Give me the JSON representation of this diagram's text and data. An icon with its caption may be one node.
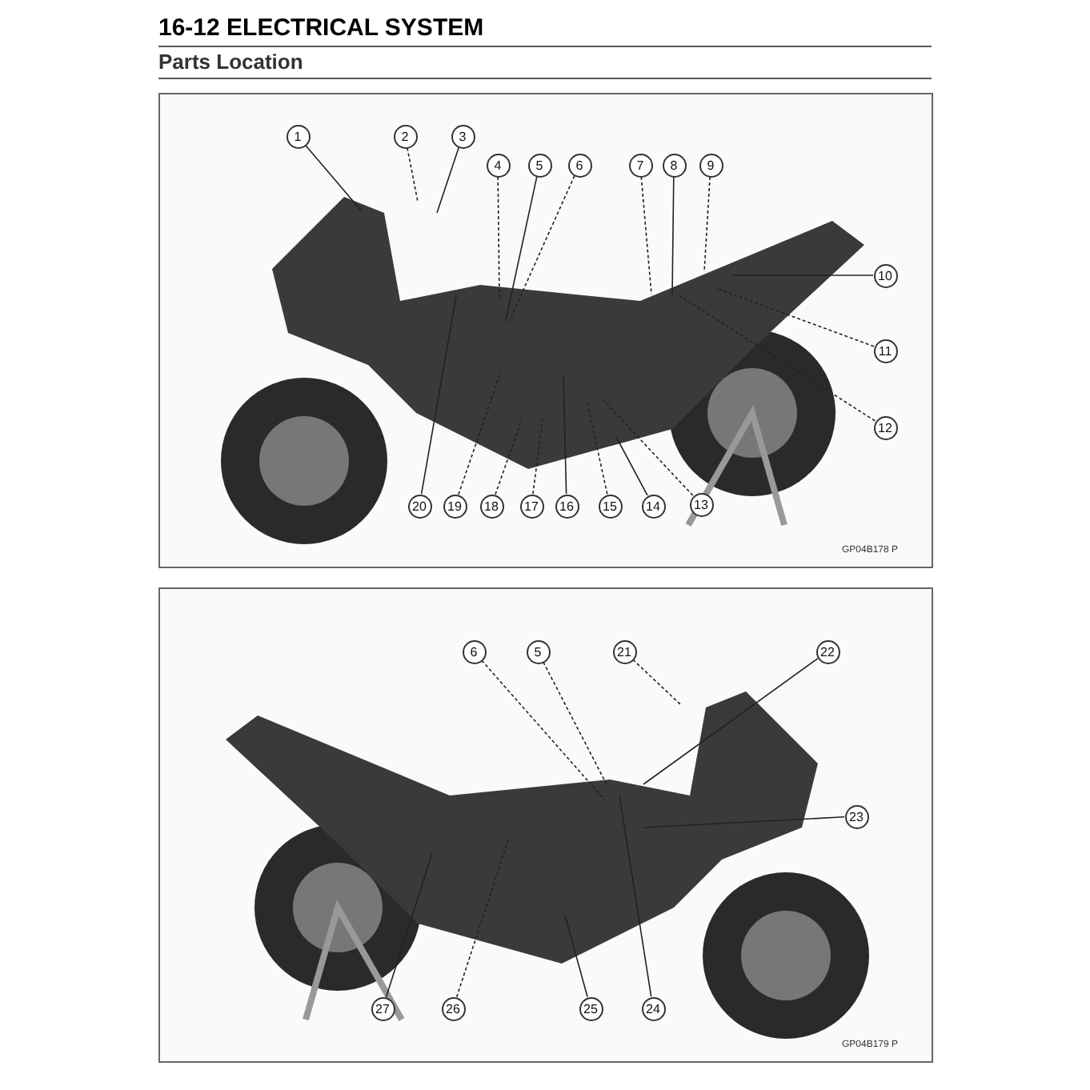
{
  "diagram": {
    "title": "16-12 ELECTRICAL SYSTEM",
    "nodes": [
      {
        "text": [
          "1"
        ]
      },
      {
        "text": [
          "2"
        ]
      },
      {
        "text": [
          "3"
        ]
      },
      {
        "text": [
          "4"
        ]
      },
      {
        "text": [
          "5"
        ]
      },
      {
        "text": [
          "6"
        ]
      },
      {
        "text": [
          "7"
        ]
      },
      {
        "text": [
          "8"
        ]
      },
      {
        "text": [
          "9"
        ]
      },
      {
        "text": [
          "10"
        ]
      },
      {
        "text": [
          "11"
        ]
      },
      {
        "text": [
          "12"
        ]
      },
      {
        "text": [
          "13"
        ]
      },
      {
        "text": [
          "14"
        ]
      },
      {
        "text": [
          "15"
        ]
      },
      {
        "text": [
          "16"
        ]
      },
      {
        "text": [
          "17"
        ]
      },
      {
        "text": [
          "18"
        ]
      },
      {
        "text": [
          "19"
        ]
      },
      {
        "text": [
          "20"
        ]
      },
      {
        "text": [
          "6"
        ]
      },
      {
        "text": [
          "5"
        ]
      },
      {
        "text": [
          "21"
        ]
      },
      {
        "text": [
          "22"
        ]
      },
      {
        "text": [
          "23"
        ]
      },
      {
        "text": [
          "24"
        ]
      },
      {
        "text": [
          "25"
        ]
      },
      {
        "text": [
          "26"
        ]
      },
      {
        "text": [
          "27"
        ]
      }
    ],
    "edges": [
      {
        "from": 0,
        "to": null,
        "arrow": "none"
      },
      {
        "from": 1,
        "to": null,
        "arrow": "none",
        "style": "dashed"
      },
      {
        "from": 2,
        "to": null,
        "arrow": "none"
      },
      {
        "from": 3,
        "to": null,
        "arrow": "none",
        "style": "dashed"
      },
      {
        "from": 4,
        "to": null,
        "arrow": "none"
      },
      {
        "from": 5,
        "to": null,
        "arrow": "none",
        "style": "dashed"
      },
      {
        "from": 6,
        "to": null,
        "arrow": "none",
        "style": "dashed"
      },
      {
        "from": 7,
        "to": null,
        "arrow": "none"
      },
      {
        "from": 8,
        "to": null,
        "arrow": "none",
        "style": "dashed"
      },
      {
        "from": 9,
        "to": null,
        "arrow": "none"
      },
      {
        "from": 10,
        "to": null,
        "arrow": "none",
        "style": "dashed"
      },
      {
        "from": 11,
        "to": null,
        "arrow": "none",
        "style": "dashed"
      },
      {
        "from": 12,
        "to": null,
        "arrow": "none",
        "style": "dashed"
      },
      {
        "from": 13,
        "to": null,
        "arrow": "none"
      },
      {
        "from": 14,
        "to": null,
        "arrow": "none",
        "style": "dashed"
      },
      {
        "from": 15,
        "to": null,
        "arrow": "none"
      },
      {
        "from": 16,
        "to": null,
        "arrow": "none",
        "style": "dashed"
      },
      {
        "from": 17,
        "to": null,
        "arrow": "none",
        "style": "dashed"
      },
      {
        "from": 18,
        "to": null,
        "arrow": "none",
        "style": "dashed"
      },
      {
        "from": 19,
        "to": null,
        "arrow": "none"
      },
      {
        "from": 20,
        "to": null,
        "arrow": "none",
        "style": "dashed"
      },
      {
        "from": 21,
        "to": null,
        "arrow": "none",
        "style": "dashed"
      },
      {
        "from": 22,
        "to": null,
        "arrow": "none",
        "style": "dashed"
      },
      {
        "from": 23,
        "to": null,
        "arrow": "none"
      },
      {
        "from": 24,
        "to": null,
        "arrow": "none"
      },
      {
        "from": 25,
        "to": null,
        "arrow": "none"
      },
      {
        "from": 26,
        "to": null,
        "arrow": "none"
      },
      {
        "from": 27,
        "to": null,
        "arrow": "none",
        "style": "dashed"
      },
      {
        "from": 28,
        "to": null,
        "arrow": "none"
      }
    ],
    "labels": [
      "Parts Location",
      "GP04B178 P",
      "GP04B179 P"
    ]
  }
}
